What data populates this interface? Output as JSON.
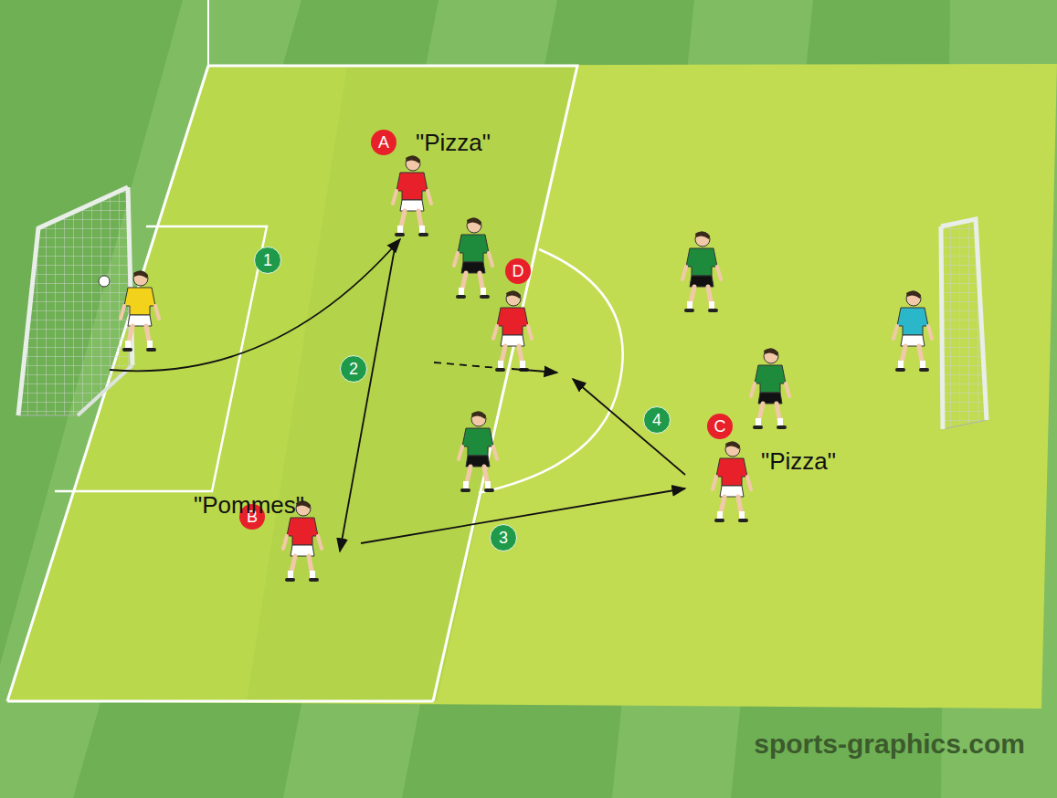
{
  "diagram": {
    "nodes": [
      {
        "text": [
          "A",
          "\"Pizza\""
        ]
      },
      {
        "text": [
          "1"
        ]
      },
      {
        "text": [
          "D"
        ]
      },
      {
        "text": [
          "2"
        ]
      },
      {
        "text": [
          "4"
        ]
      },
      {
        "text": [
          "C",
          "\"Pizza\""
        ]
      },
      {
        "text": [
          "B",
          "\"Pommes\""
        ]
      },
      {
        "text": [
          "3"
        ]
      }
    ],
    "labels": [
      "sports-graphics.com"
    ]
  }
}
